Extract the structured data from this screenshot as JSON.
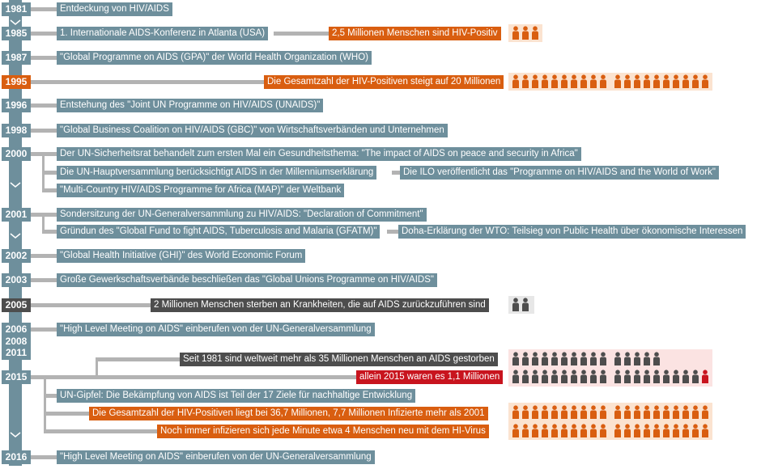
{
  "timeline": {
    "years": [
      "1981",
      "1985",
      "1987",
      "1995",
      "1996",
      "1998",
      "2000",
      "2001",
      "2002",
      "2003",
      "2005",
      "2006",
      "2008",
      "2011",
      "2015",
      "2016"
    ],
    "events": {
      "e1981": "Entdeckung von HIV/AIDS",
      "e1985": "1. Internationale AIDS-Konferenz in Atlanta (USA)",
      "e1985b": "2,5 Millionen Menschen sind HIV-Positiv",
      "e1987": "\"Global Programme on AIDS (GPA)\" der World Health Organization (WHO)",
      "e1995": "Die Gesamtzahl der HIV-Positiven steigt auf 20 Millionen",
      "e1996": "Entstehung des \"Joint UN Programme on HIV/AIDS (UNAIDS)\"",
      "e1998": "\"Global Business Coalition on HIV/AIDS (GBC)\" von Wirtschaftsverbänden und Unternehmen",
      "e2000a": "Der UN-Sicherheitsrat behandelt zum ersten Mal ein Gesundheitsthema: \"The impact of AIDS on peace and security in Africa\"",
      "e2000b": "Die UN-Hauptversammlung berücksichtigt AIDS in der Millenniumserklärung",
      "e2000c": "Die ILO veröffentlicht das \"Programme on HIV/AIDS and the World of Work\"",
      "e2000d": "\"Multi-Country HIV/AIDS Programme for Africa (MAP)\" der Weltbank",
      "e2001a": "Sondersitzung der UN-Generalversammlung zu HIV/AIDS: \"Declaration of Commitment\"",
      "e2001b": "Gründun des \"Global Fund to fight AIDS, Tuberculosis and Malaria (GFATM)\"",
      "e2001c": "Doha-Erklärung der WTO: Teilsieg von Public Health über ökonomische Interessen",
      "e2002": "\"Global Health Initiative (GHI)\" des World Economic Forum",
      "e2003": "Große Gewerkschaftsverbände beschließen das \"Global Unions Programme on HIV/AIDS\"",
      "e2005": "2 Millionen Menschen sterben an Krankheiten, die auf AIDS zurückzuführen sind",
      "e2006": "\"High Level Meeting on AIDS\" einberufen von der UN-Generalversammlung",
      "e2015a": "Seit 1981 sind weltweit mehr als 35 Millionen Menschen an AIDS gestorben",
      "e2015b": "allein 2015 waren es 1,1 Millionen",
      "e2015c": "UN-Gipfel: Die Bekämpfung von AIDS ist Teil der 17 Ziele für nachhaltige Entwicklung",
      "e2015d": "Die Gesamtzahl der HIV-Positiven liegt bei 36,7 Millionen, 7,7 Millionen Infizierte mehr als 2001",
      "e2015e": "Noch immer infizieren sich jede Minute etwa 4 Menschen neu mit dem HI-Virus",
      "e2016": "\"High Level Meeting on AIDS\" einberufen von der UN-Generalversammlung"
    }
  },
  "colors": {
    "spine": "#6e8f9c",
    "orange": "#d95e10",
    "dark": "#4d4d4d",
    "red": "#c8141e",
    "connector": "#b3b3b3"
  },
  "icons": {
    "person": "person-icon"
  }
}
